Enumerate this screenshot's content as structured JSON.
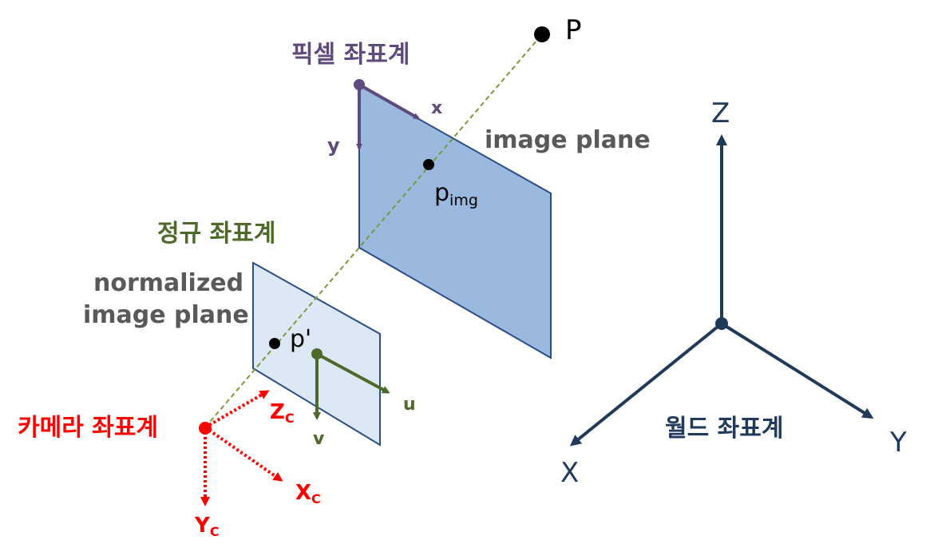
{
  "colors": {
    "pixel": "#5f4a7e",
    "normalized": "#4e6a2b",
    "camera": "#ff0000",
    "world": "#213a5a",
    "ray": "#7a9a3a",
    "image_plane_fill": "#9bb9df",
    "image_plane_stroke": "#2a4d85",
    "normalized_plane_fill": "#dce8f6",
    "normalized_plane_stroke": "#2a4d85",
    "gray_text": "#595959",
    "point": "#000000"
  },
  "labels": {
    "point_P": "P",
    "pixel_system": "픽셀 좌표계",
    "pixel_x": "x",
    "pixel_y": "y",
    "image_plane": "image plane",
    "p_img_base": "p",
    "p_img_sub": "img",
    "normalized_system": "정규 좌표계",
    "normalized_plane_line1": "normalized",
    "normalized_plane_line2": "image plane",
    "p_prime": "p'",
    "norm_u": "u",
    "norm_v": "v",
    "camera_system": "카메라 좌표계",
    "cam_z_base": "Z",
    "cam_z_sub": "C",
    "cam_x_base": "X",
    "cam_x_sub": "C",
    "cam_y_base": "Y",
    "cam_y_sub": "C",
    "world_system": "월드 좌표계",
    "world_x": "X",
    "world_y": "Y",
    "world_z": "Z"
  }
}
